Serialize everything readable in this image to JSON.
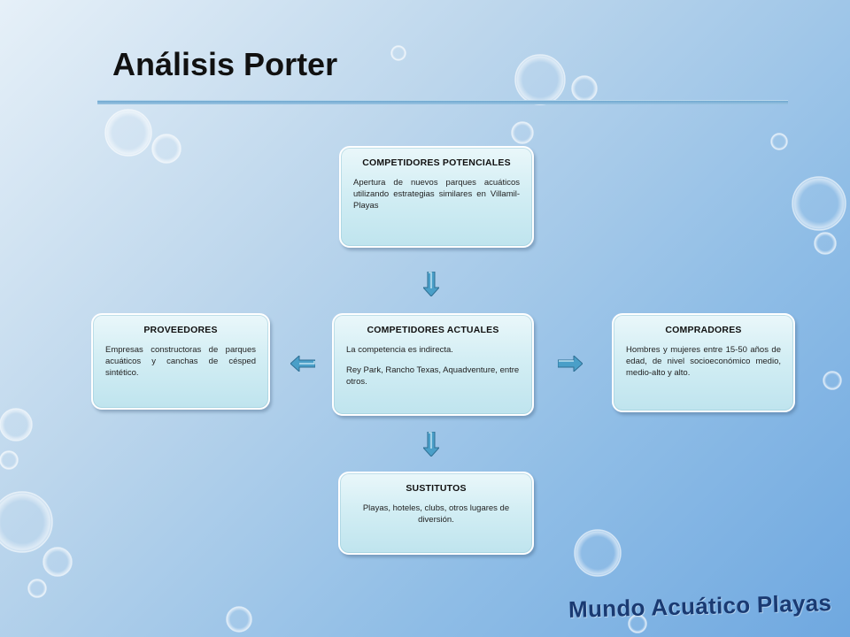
{
  "title": "Análisis Porter",
  "boxes": {
    "potenciales": {
      "heading": "COMPETIDORES POTENCIALES",
      "text": "Apertura de nuevos parques acuáticos utilizando estrategias similares en Villamil- Playas"
    },
    "proveedores": {
      "heading": "PROVEEDORES",
      "text": "Empresas constructoras de parques acuáticos y canchas de césped sintético."
    },
    "actuales": {
      "heading": "COMPETIDORES ACTUALES",
      "text1": "La competencia es indirecta.",
      "text2": "Rey Park, Rancho Texas, Aquadventure, entre otros."
    },
    "compradores": {
      "heading": "COMPRADORES",
      "text": "Hombres y mujeres entre 15-50 años de edad, de nivel socioeconómico medio, medio-alto y alto."
    },
    "sustitutos": {
      "heading": "SUSTITUTOS",
      "text": "Playas, hoteles, clubs, otros lugares de diversión."
    }
  },
  "brand": "Mundo Acuático Playas",
  "colors": {
    "arrow": "#4a9fc8",
    "arrow_dark": "#2f6f93",
    "brand": "#1a3a72"
  }
}
